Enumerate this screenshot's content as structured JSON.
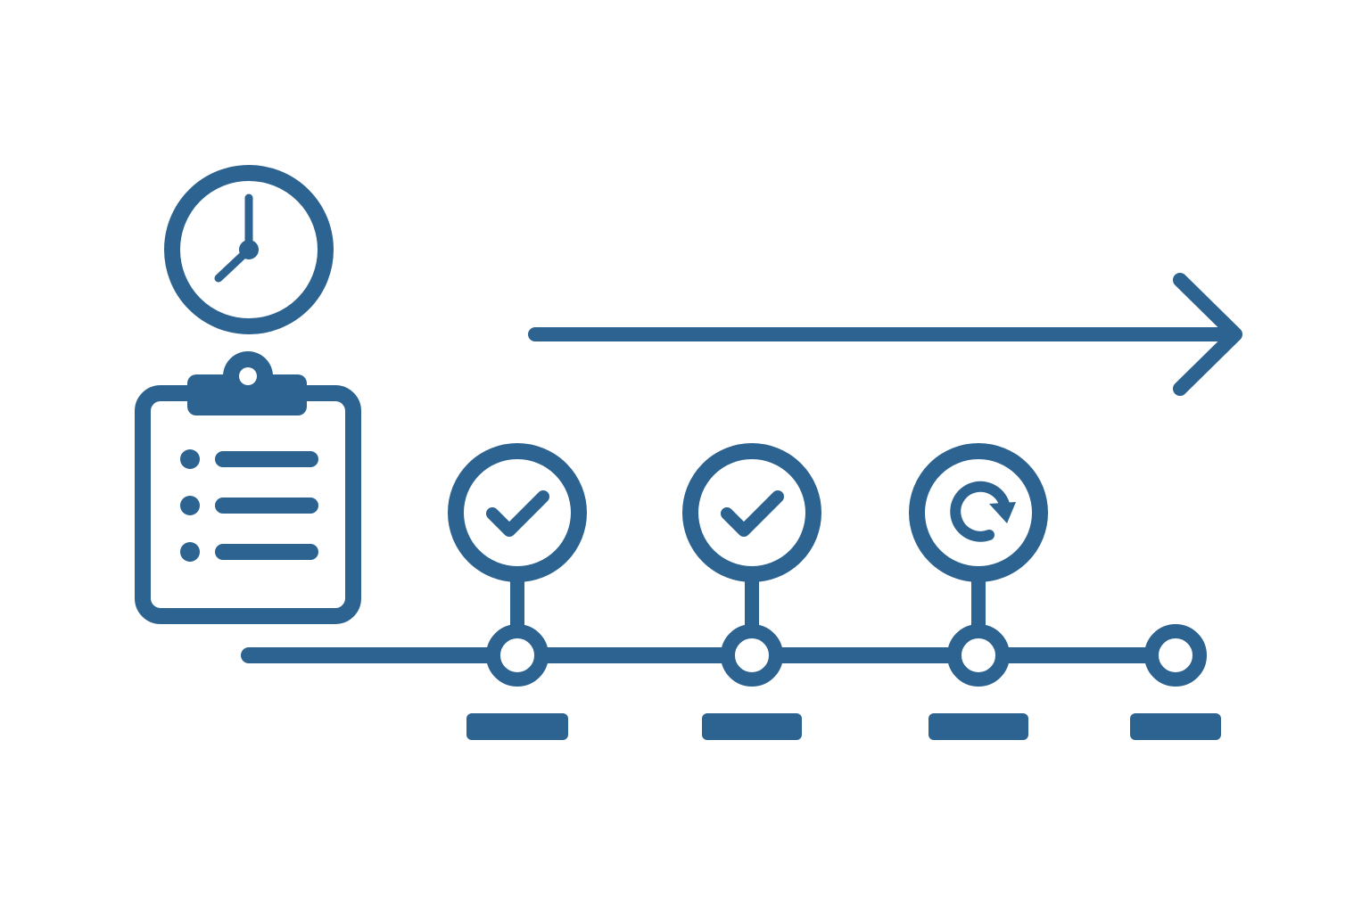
{
  "colors": {
    "primary": "#2c6390",
    "background": "#ffffff"
  },
  "icons": {
    "schedule": "clock-icon",
    "plan": "clipboard-checklist-icon",
    "direction": "arrow-right-icon"
  },
  "checklist": {
    "rows": 3
  },
  "milestones": [
    {
      "status": "completed",
      "icon": "check-icon",
      "has_badge": true
    },
    {
      "status": "completed",
      "icon": "check-icon",
      "has_badge": true
    },
    {
      "status": "in-progress",
      "icon": "refresh-icon",
      "has_badge": true
    },
    {
      "status": "upcoming",
      "icon": "none",
      "has_badge": false
    }
  ]
}
